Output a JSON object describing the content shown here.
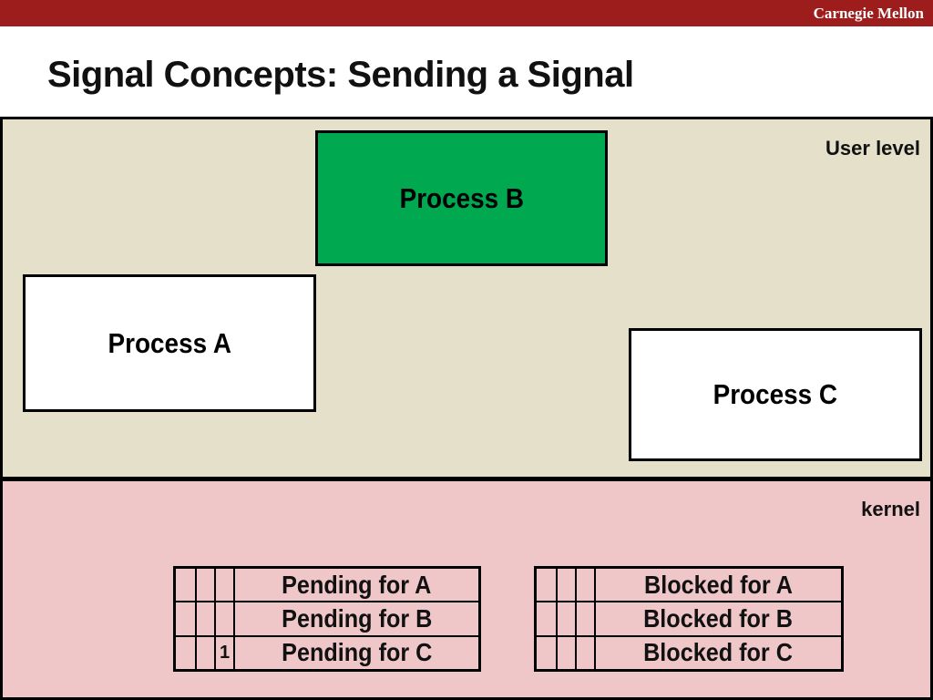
{
  "banner": {
    "brand": "Carnegie Mellon"
  },
  "title": "Signal Concepts: Sending a Signal",
  "colors": {
    "banner_red": "#9d1c1c",
    "user_bg": "#e5e0c9",
    "kernel_bg": "#efc7c9",
    "process_green": "#00a950"
  },
  "user_level": {
    "label": "User level",
    "processes": [
      {
        "label": "Process B"
      },
      {
        "label": "Process A"
      },
      {
        "label": "Process C"
      }
    ]
  },
  "kernel": {
    "label": "kernel",
    "pending": {
      "rows": [
        {
          "bits": [
            "",
            "",
            ""
          ],
          "label": "Pending for A"
        },
        {
          "bits": [
            "",
            "",
            ""
          ],
          "label": "Pending for B"
        },
        {
          "bits": [
            "",
            "",
            "1"
          ],
          "label": "Pending for C"
        }
      ]
    },
    "blocked": {
      "rows": [
        {
          "bits": [
            "",
            "",
            ""
          ],
          "label": "Blocked for A"
        },
        {
          "bits": [
            "",
            "",
            ""
          ],
          "label": "Blocked for B"
        },
        {
          "bits": [
            "",
            "",
            ""
          ],
          "label": "Blocked for C"
        }
      ]
    }
  }
}
